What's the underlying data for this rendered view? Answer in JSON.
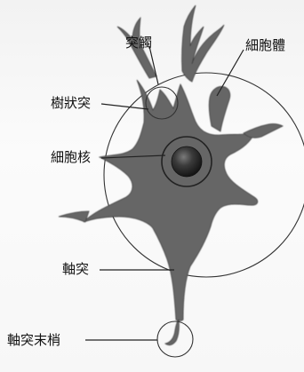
{
  "figure": {
    "labels": {
      "synapse": "突觸",
      "cell_body": "細胞體",
      "dendrite": "樹狀突",
      "nucleus": "細胞核",
      "axon": "軸突",
      "axon_terminal": "軸突末梢"
    }
  }
}
